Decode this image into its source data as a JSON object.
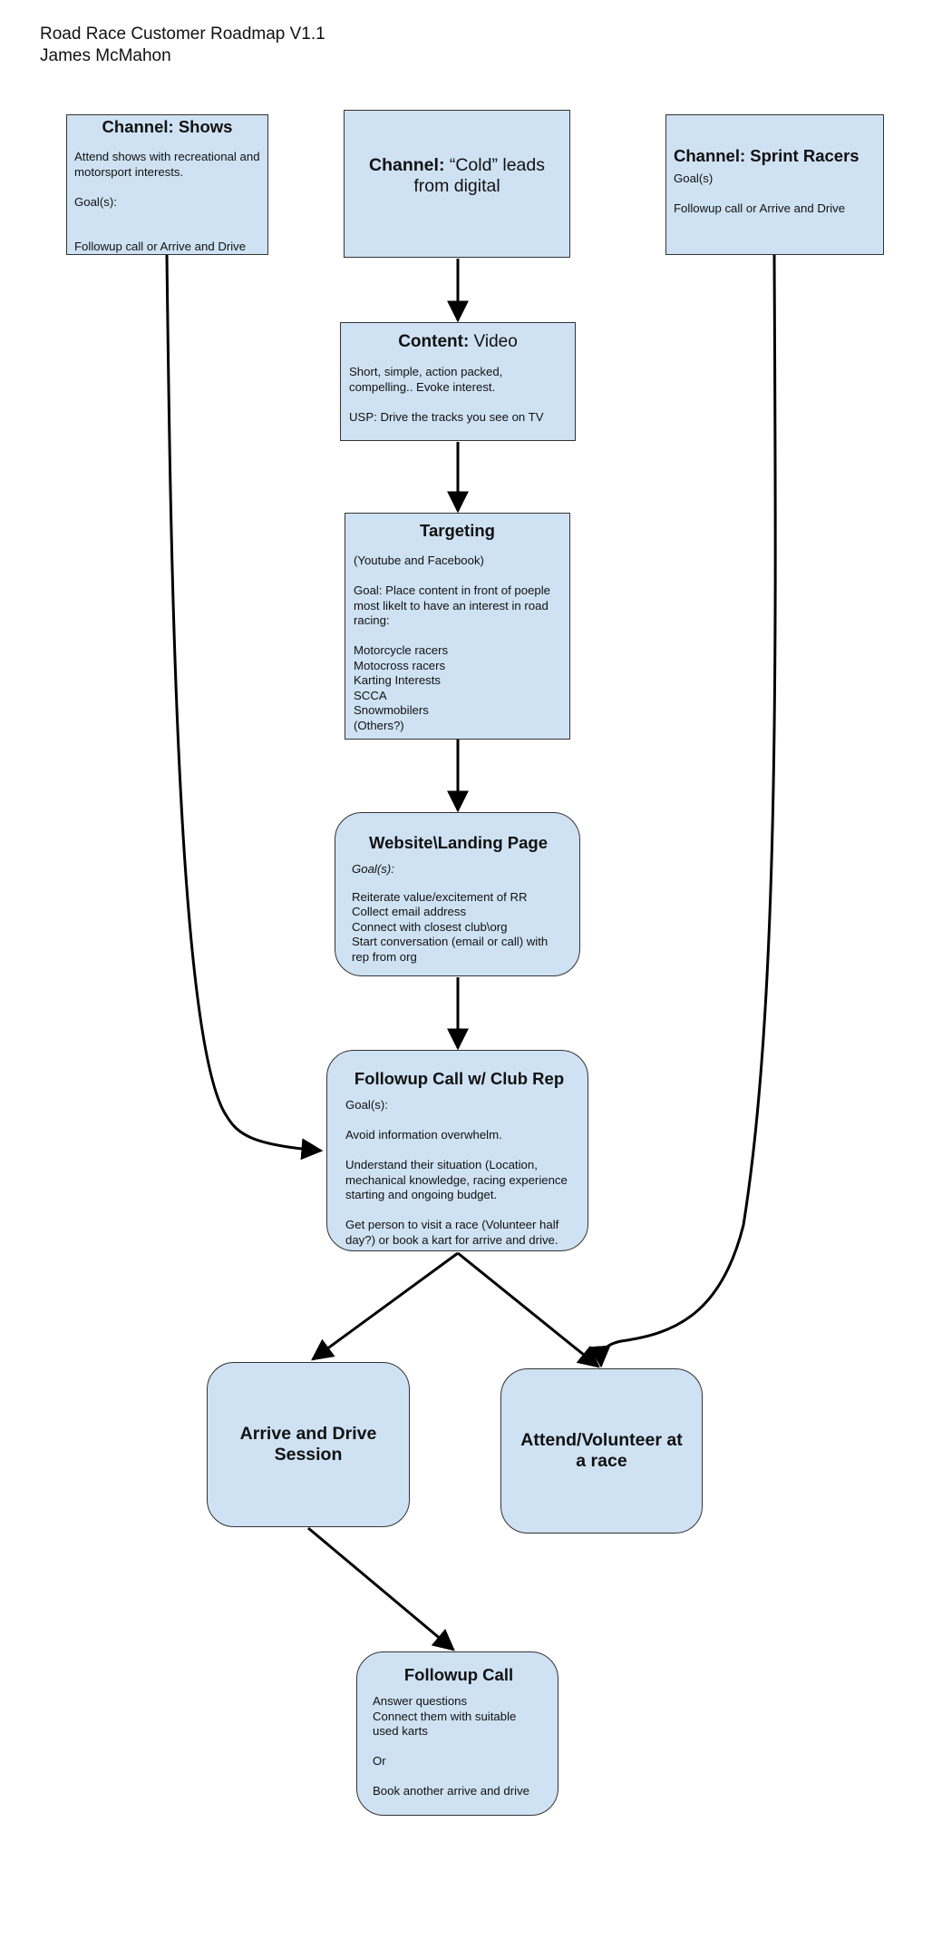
{
  "header": {
    "title": "Road Race Customer Roadmap V1.1",
    "author": "James McMahon"
  },
  "nodes": {
    "shows": {
      "title": "Channel: Shows",
      "text": "Attend shows with recreational and motorsport interests.\n\nGoal(s):\n\n\nFollowup call or Arrive and Drive"
    },
    "cold_leads": {
      "title_bold": "Channel:",
      "title_rest": " “Cold” leads from digital"
    },
    "sprint": {
      "title": "Channel: Sprint Racers",
      "text": "Goal(s)\n\nFollowup call or Arrive and Drive"
    },
    "content": {
      "title_bold": "Content:",
      "title_rest": " Video",
      "text": "Short, simple, action packed, compelling.. Evoke interest.\n\nUSP: Drive the tracks you see on TV"
    },
    "targeting": {
      "title": "Targeting",
      "text": "(Youtube and Facebook)\n\nGoal: Place content in front of poeple most likelt to have an interest in road racing:\n\nMotorcycle racers\nMotocross racers\nKarting Interests\nSCCA\nSnowmobilers\n(Others?)"
    },
    "website": {
      "title": "Website\\Landing Page",
      "goal_label": "Goal(s):",
      "text": "Reiterate value/excitement of RR\nCollect email address\nConnect with closest club\\org\nStart conversation (email or call)  with rep from org"
    },
    "followup_rep": {
      "title": "Followup Call w/ Club Rep",
      "text": "Goal(s):\n\nAvoid information overwhelm.\n\nUnderstand their situation (Location, mechanical knowledge, racing experience starting and ongoing budget.\n\nGet person to visit a race (Volunteer half day?) or book a kart for arrive and drive."
    },
    "arrive_drive": {
      "title": "Arrive and Drive Session"
    },
    "volunteer": {
      "title": "Attend/Volunteer at a race"
    },
    "followup_call": {
      "title": "Followup Call",
      "text": "Answer questions\nConnect them with suitable used karts\n\nOr\n\nBook another arrive and drive"
    }
  },
  "colors": {
    "box_fill": "#cfe2f3",
    "box_border": "#333333",
    "arrow": "#000000"
  }
}
